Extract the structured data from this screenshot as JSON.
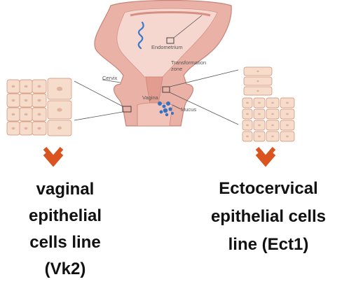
{
  "anatomy": {
    "endometrium": "Endometrium",
    "transformation_zone_line1": "Transformation",
    "transformation_zone_line2": "zone",
    "cervix": "Cervix",
    "vagina": "Vagina",
    "mucus": "Mucus"
  },
  "captions": {
    "left": [
      "vaginal",
      "epithelial",
      "cells line",
      "(Vk2)"
    ],
    "right": [
      "Ectocervical",
      "epithelial cells",
      "line (Ect1)"
    ]
  },
  "colors": {
    "arrow": "#d9541e",
    "tissue": "#e9a79c",
    "cell_fill": "#f6dccb",
    "cell_border": "#d9a08a",
    "mucus": "#2f6fc0"
  }
}
